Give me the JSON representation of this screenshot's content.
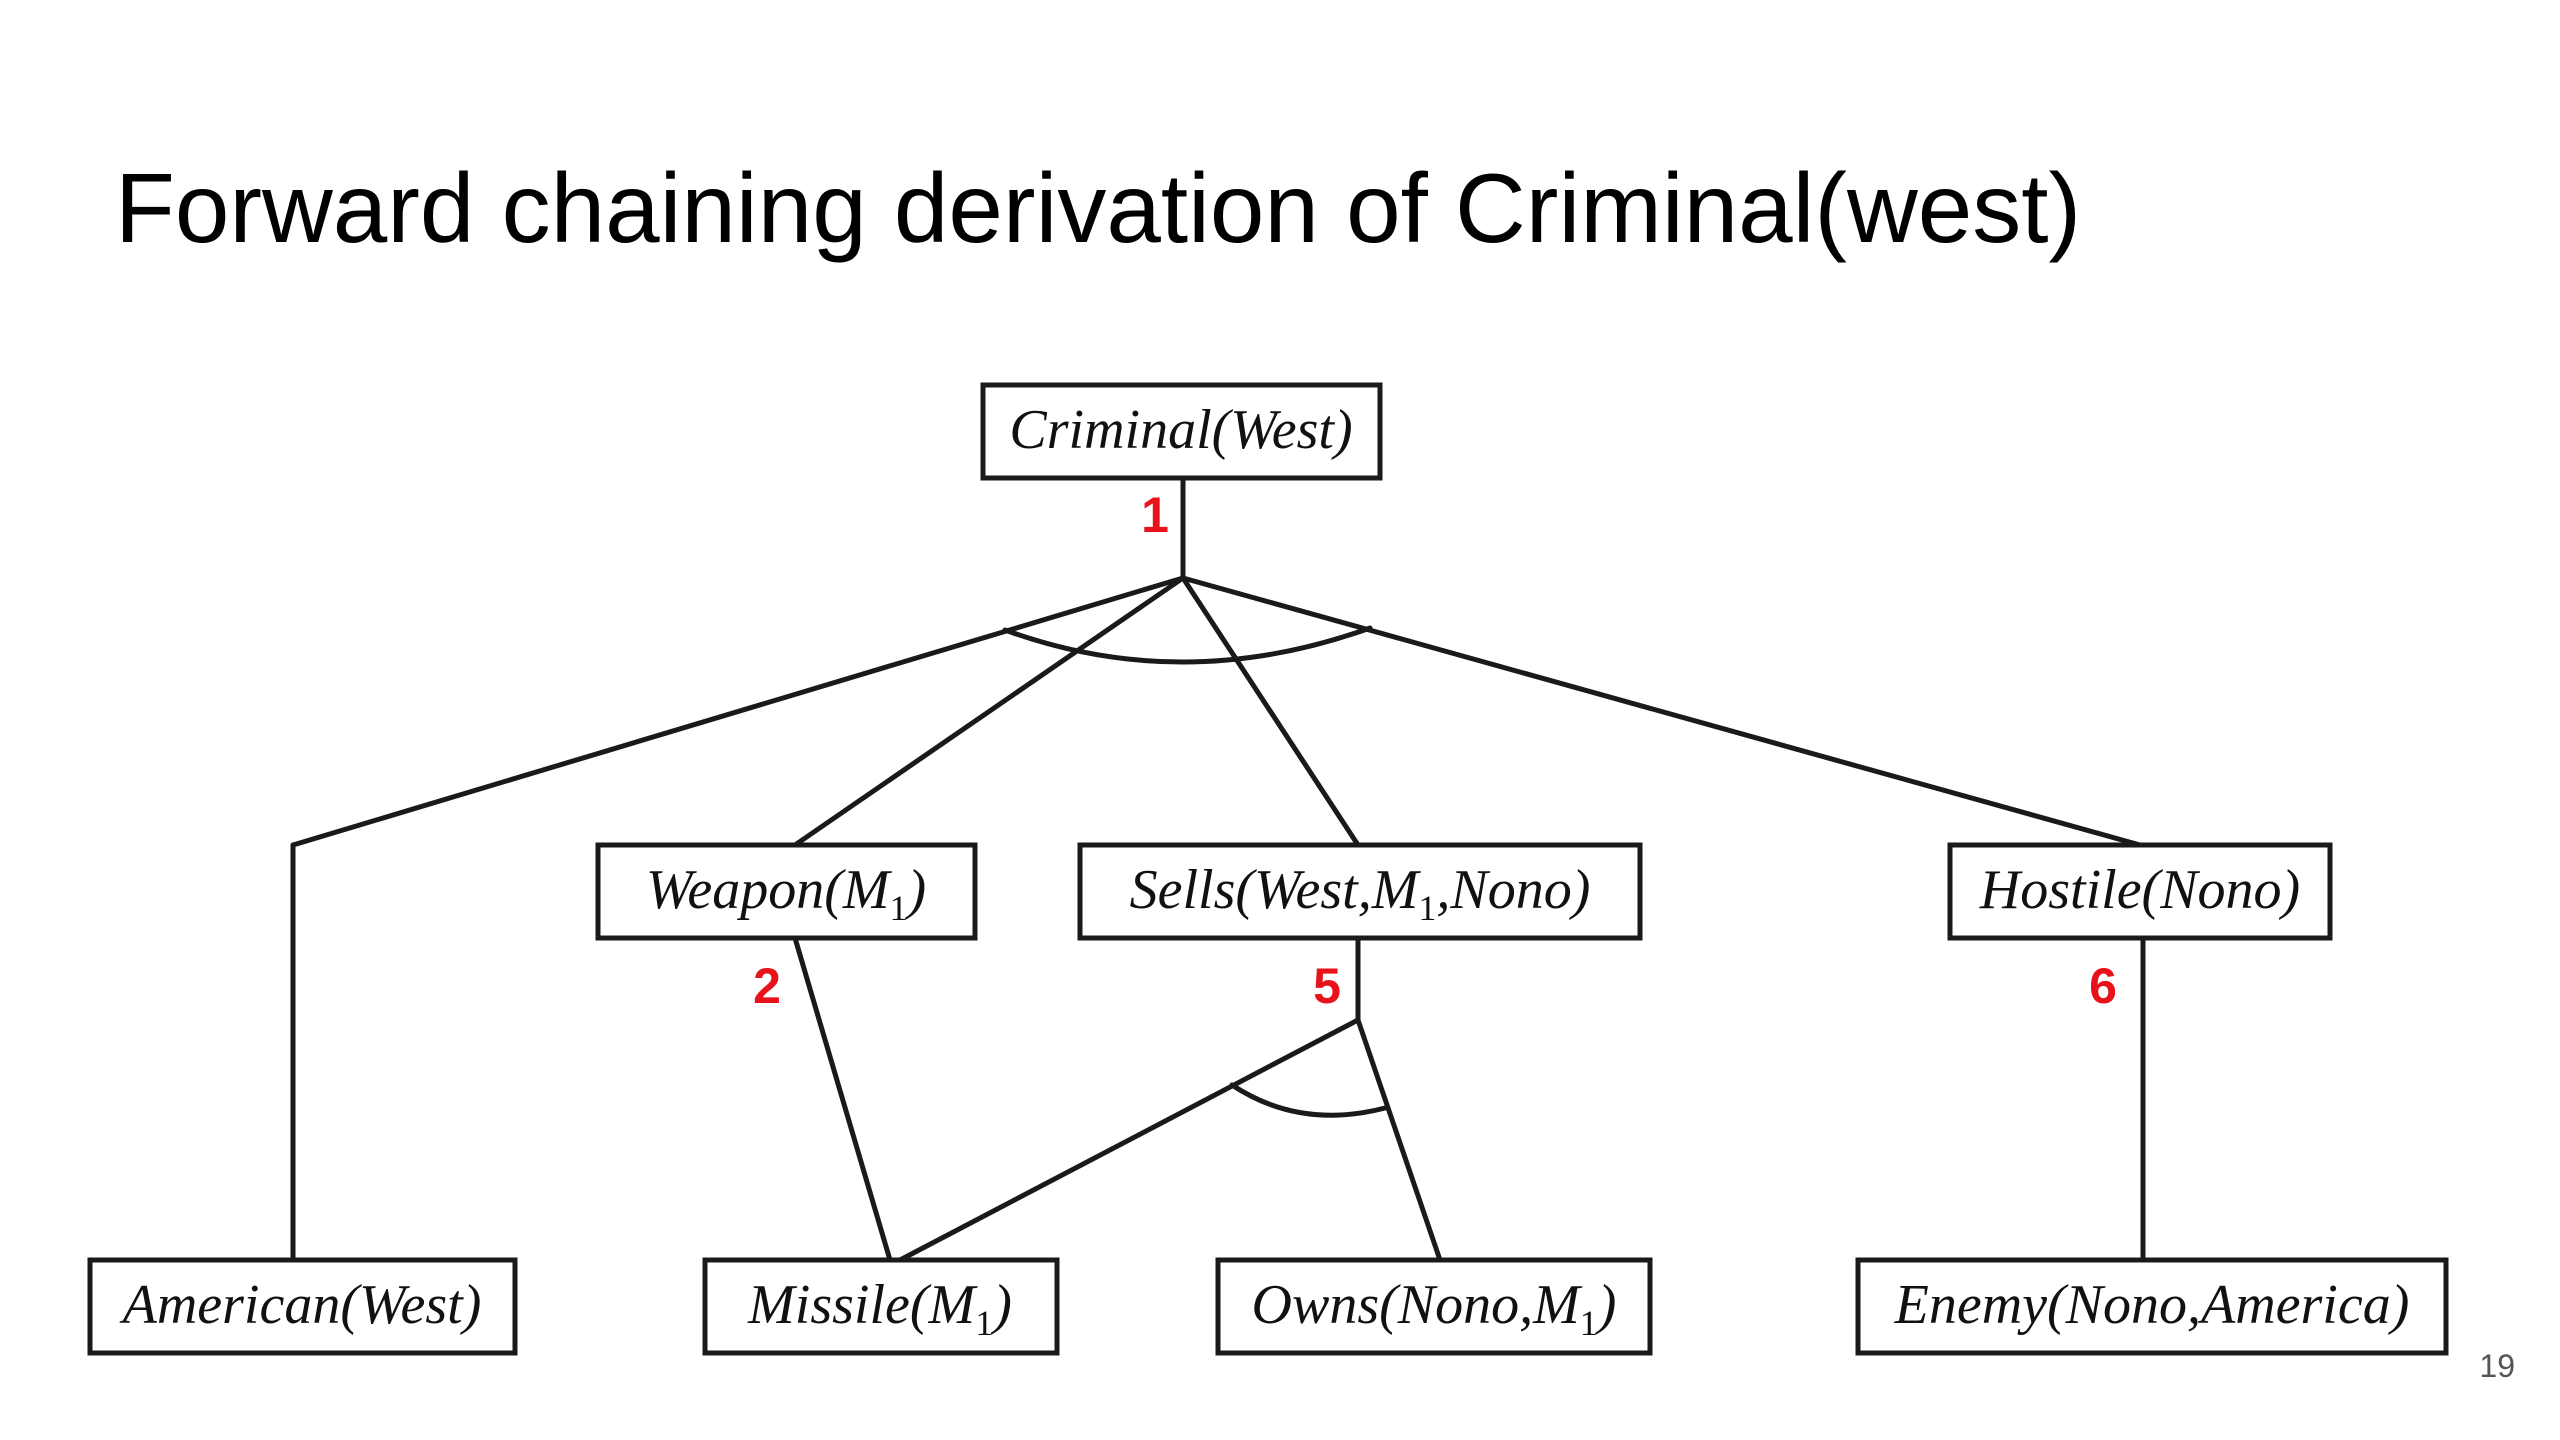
{
  "slide": {
    "title": "Forward chaining derivation of Criminal(west)",
    "page_number": "19"
  },
  "nodes": {
    "criminal": {
      "text": "Criminal(West)"
    },
    "weapon": {
      "text": "Weapon(M",
      "sub": "1",
      "tail": ")"
    },
    "sells": {
      "text": "Sells(West,M",
      "sub": "1",
      "tail": ",Nono)"
    },
    "hostile": {
      "text": "Hostile(Nono)"
    },
    "american": {
      "text": "American(West)"
    },
    "missile": {
      "text": "Missile(M",
      "sub": "1",
      "tail": ")"
    },
    "owns": {
      "text": "Owns(Nono,M",
      "sub": "1",
      "tail": ")"
    },
    "enemy": {
      "text": "Enemy(Nono,America)"
    }
  },
  "steps": {
    "s1": "1",
    "s2": "2",
    "s5": "5",
    "s6": "6"
  },
  "colors": {
    "step_label": "#e8121a",
    "line": "#1a1a1a"
  }
}
